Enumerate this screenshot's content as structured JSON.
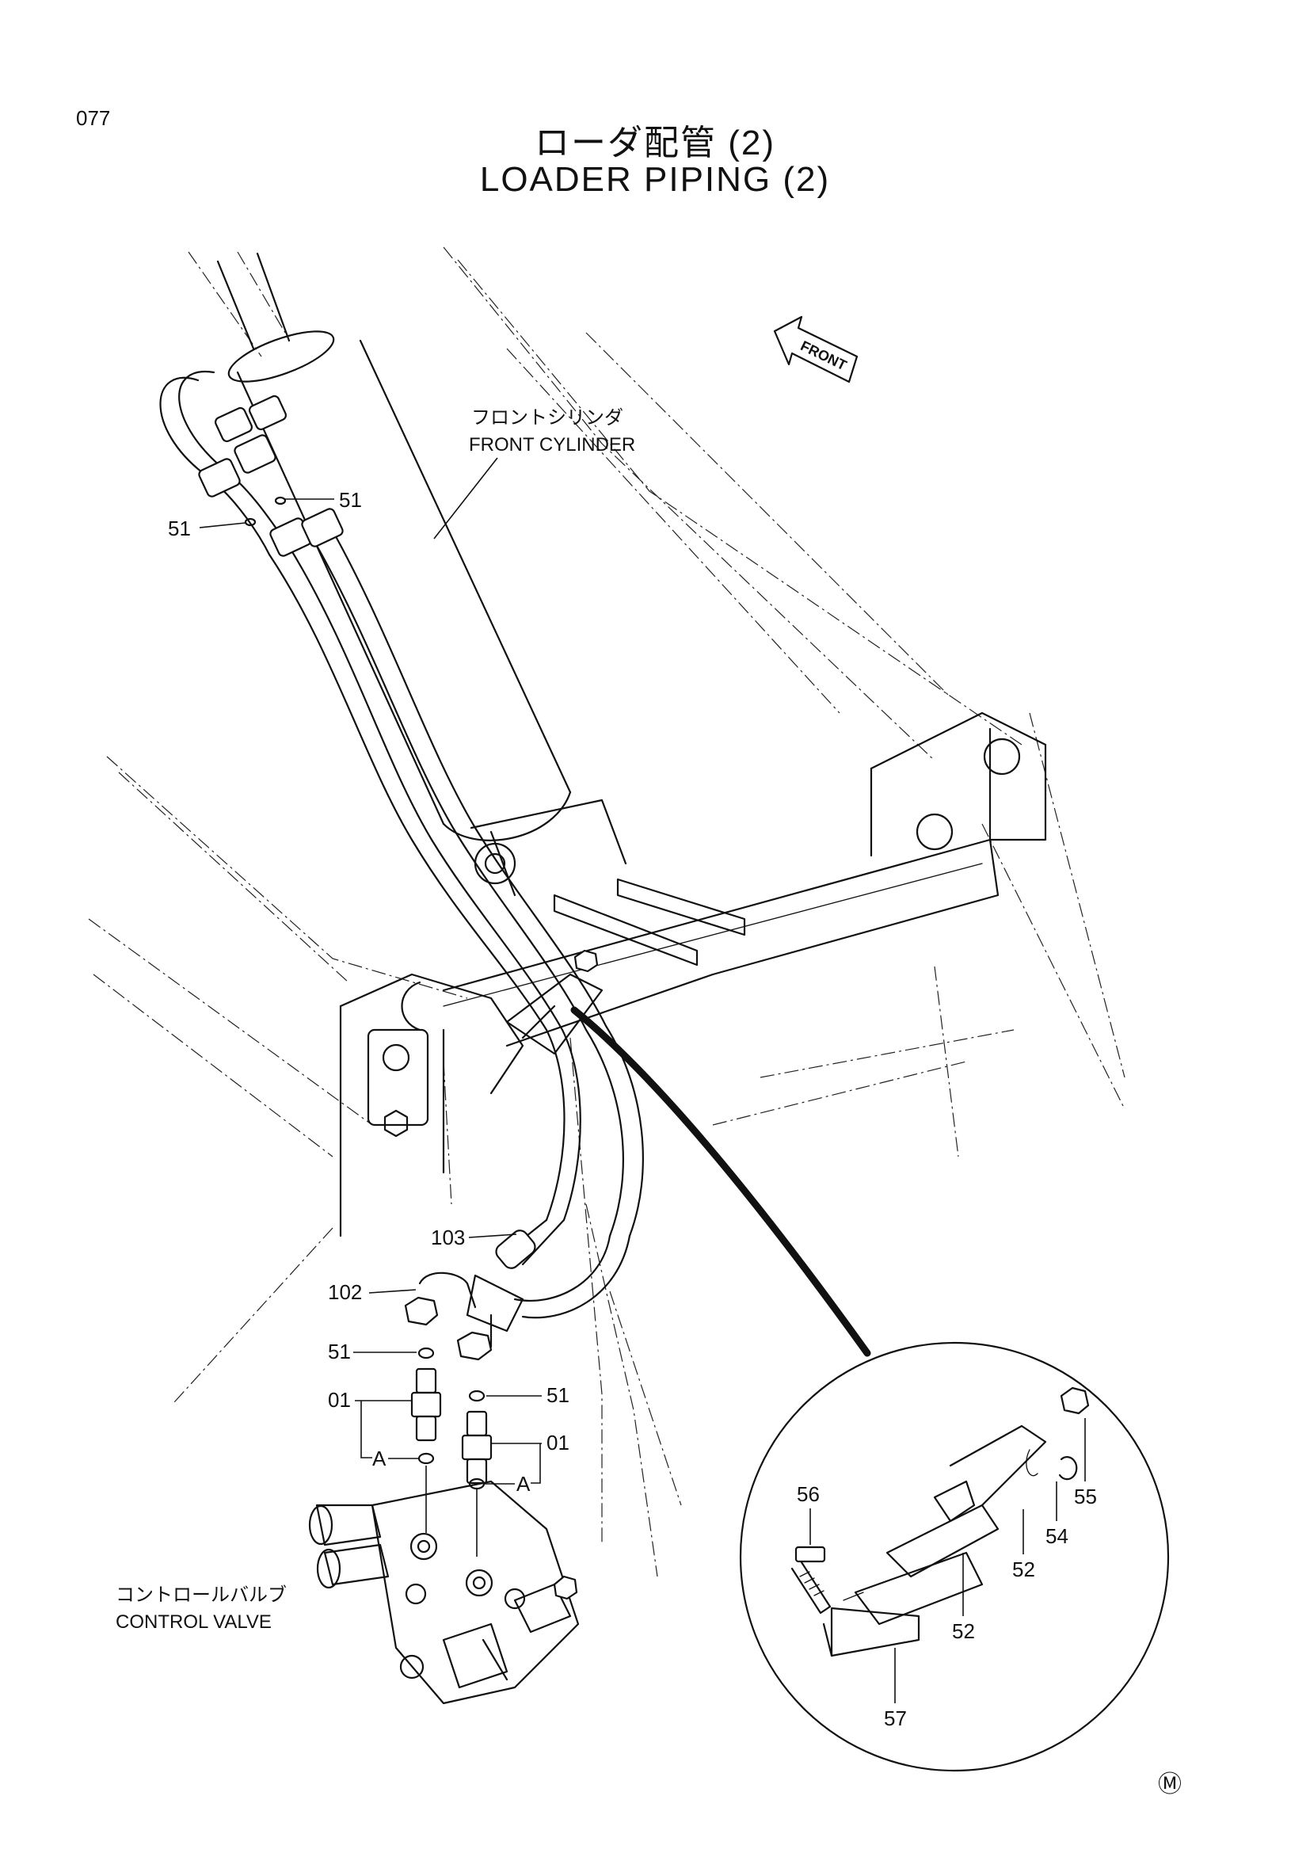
{
  "page": {
    "number": "077"
  },
  "title": {
    "jp": "ローダ配管 (2)",
    "en": "LOADER PIPING (2)"
  },
  "direction_arrow": {
    "label": "FRONT",
    "icon": "front-arrow-icon"
  },
  "component_labels": {
    "front_cylinder": {
      "jp": "フロントシリンダ",
      "en": "FRONT CYLINDER"
    },
    "control_valve": {
      "jp": "コントロールバルブ",
      "en": "CONTROL VALVE"
    }
  },
  "callouts": {
    "c51_a": "51",
    "c51_b": "51",
    "c103": "103",
    "c102": "102",
    "c51_c": "51",
    "c51_d": "51",
    "c01_a": "01",
    "c01_b": "01",
    "ref_a_1": "A",
    "ref_a_2": "A",
    "c56": "56",
    "c55": "55",
    "c54": "54",
    "c52_a": "52",
    "c52_b": "52",
    "c57": "57"
  },
  "mark": "Ⓜ"
}
